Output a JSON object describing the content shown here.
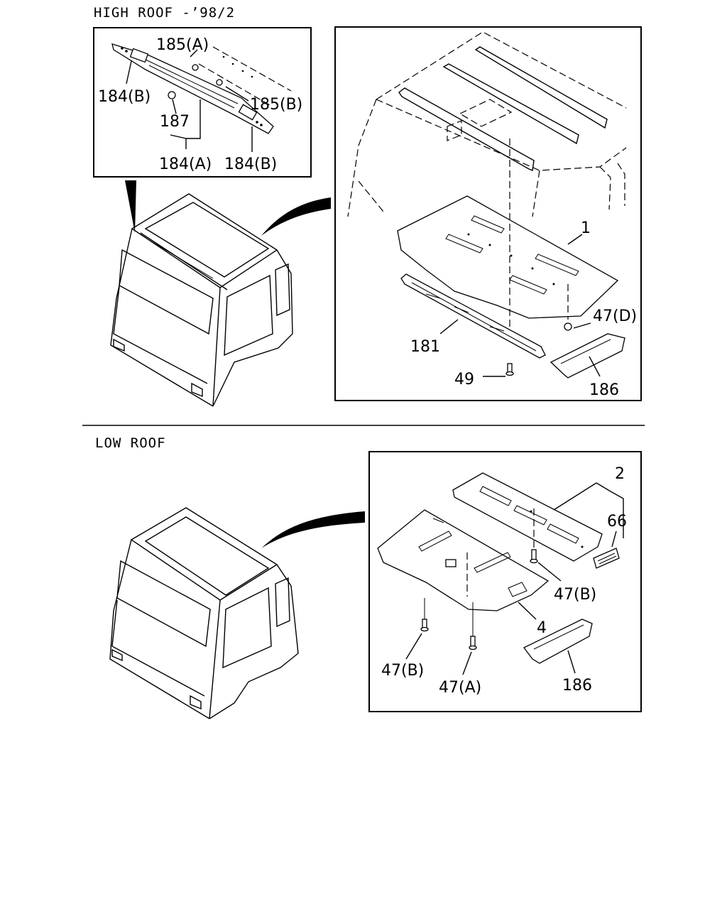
{
  "sections": {
    "high_roof": {
      "title": "HIGH ROOF -’98/2"
    },
    "low_roof": {
      "title": "LOW ROOF"
    }
  },
  "callouts": {
    "c185a": "185(A)",
    "c184b_left": "184(B)",
    "c185b": "185(B)",
    "c187": "187",
    "c184a": "184(A)",
    "c184b_right": "184(B)",
    "c1": "1",
    "c47d": "47(D)",
    "c181": "181",
    "c49": "49",
    "c186_high": "186",
    "c2": "2",
    "c66": "66",
    "c47b_right": "47(B)",
    "c4": "4",
    "c47b_left": "47(B)",
    "c47a": "47(A)",
    "c186_low": "186"
  }
}
